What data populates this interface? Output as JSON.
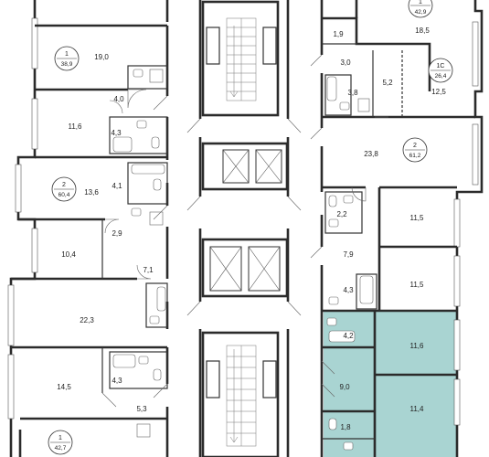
{
  "colors": {
    "wall": "#2b2b2b",
    "highlight": "#a9d4d2",
    "background": "#ffffff"
  },
  "apartments": [
    {
      "id": "a1",
      "rooms": "1",
      "total": "38,9"
    },
    {
      "id": "a2",
      "rooms": "2",
      "total": "60,4"
    },
    {
      "id": "a3",
      "rooms": "1",
      "total": "42,7"
    },
    {
      "id": "a4",
      "rooms": "1",
      "total": "42,9"
    },
    {
      "id": "a5",
      "rooms": "1С",
      "total": "26,4"
    },
    {
      "id": "a6",
      "rooms": "2",
      "total": "61,2"
    }
  ],
  "room_areas": {
    "l_19_0": "19,0",
    "l_4_0": "4,0",
    "l_11_6": "11,6",
    "l_4_3a": "4,3",
    "l_13_6": "13,6",
    "l_4_1": "4,1",
    "l_2_9": "2,9",
    "l_10_4": "10,4",
    "l_7_1": "7,1",
    "l_22_3": "22,3",
    "l_14_5": "14,5",
    "l_4_3b": "4,3",
    "l_5_3": "5,3",
    "r_18_5": "18,5",
    "r_1_9": "1,9",
    "r_3_0": "3,0",
    "r_5_2": "5,2",
    "r_3_8": "3,8",
    "r_12_5": "12,5",
    "r_23_8": "23,8",
    "r_2_2": "2,2",
    "r_11_5a": "11,5",
    "r_7_9": "7,9",
    "r_11_5b": "11,5",
    "r_4_3": "4,3",
    "r_4_2": "4,2",
    "r_11_6": "11,6",
    "r_9_0": "9,0",
    "r_11_4": "11,4",
    "r_1_8": "1,8"
  }
}
